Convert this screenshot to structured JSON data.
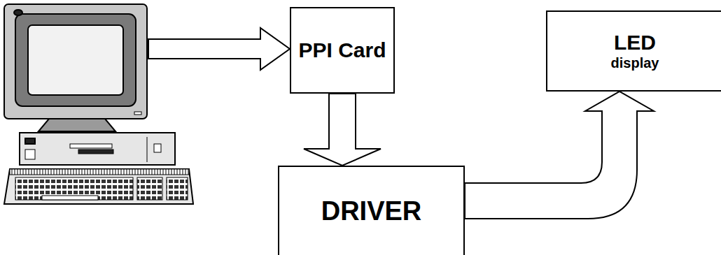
{
  "diagram": {
    "nodes": [
      {
        "text": [
          "PPI Card"
        ]
      },
      {
        "text": [
          "DRIVER"
        ]
      },
      {
        "text": [
          "LED",
          "display"
        ]
      }
    ],
    "edges": [
      {
        "from": 0,
        "to": 1,
        "arrow": "to"
      },
      {
        "from": 1,
        "to": 2,
        "arrow": "to"
      }
    ]
  }
}
